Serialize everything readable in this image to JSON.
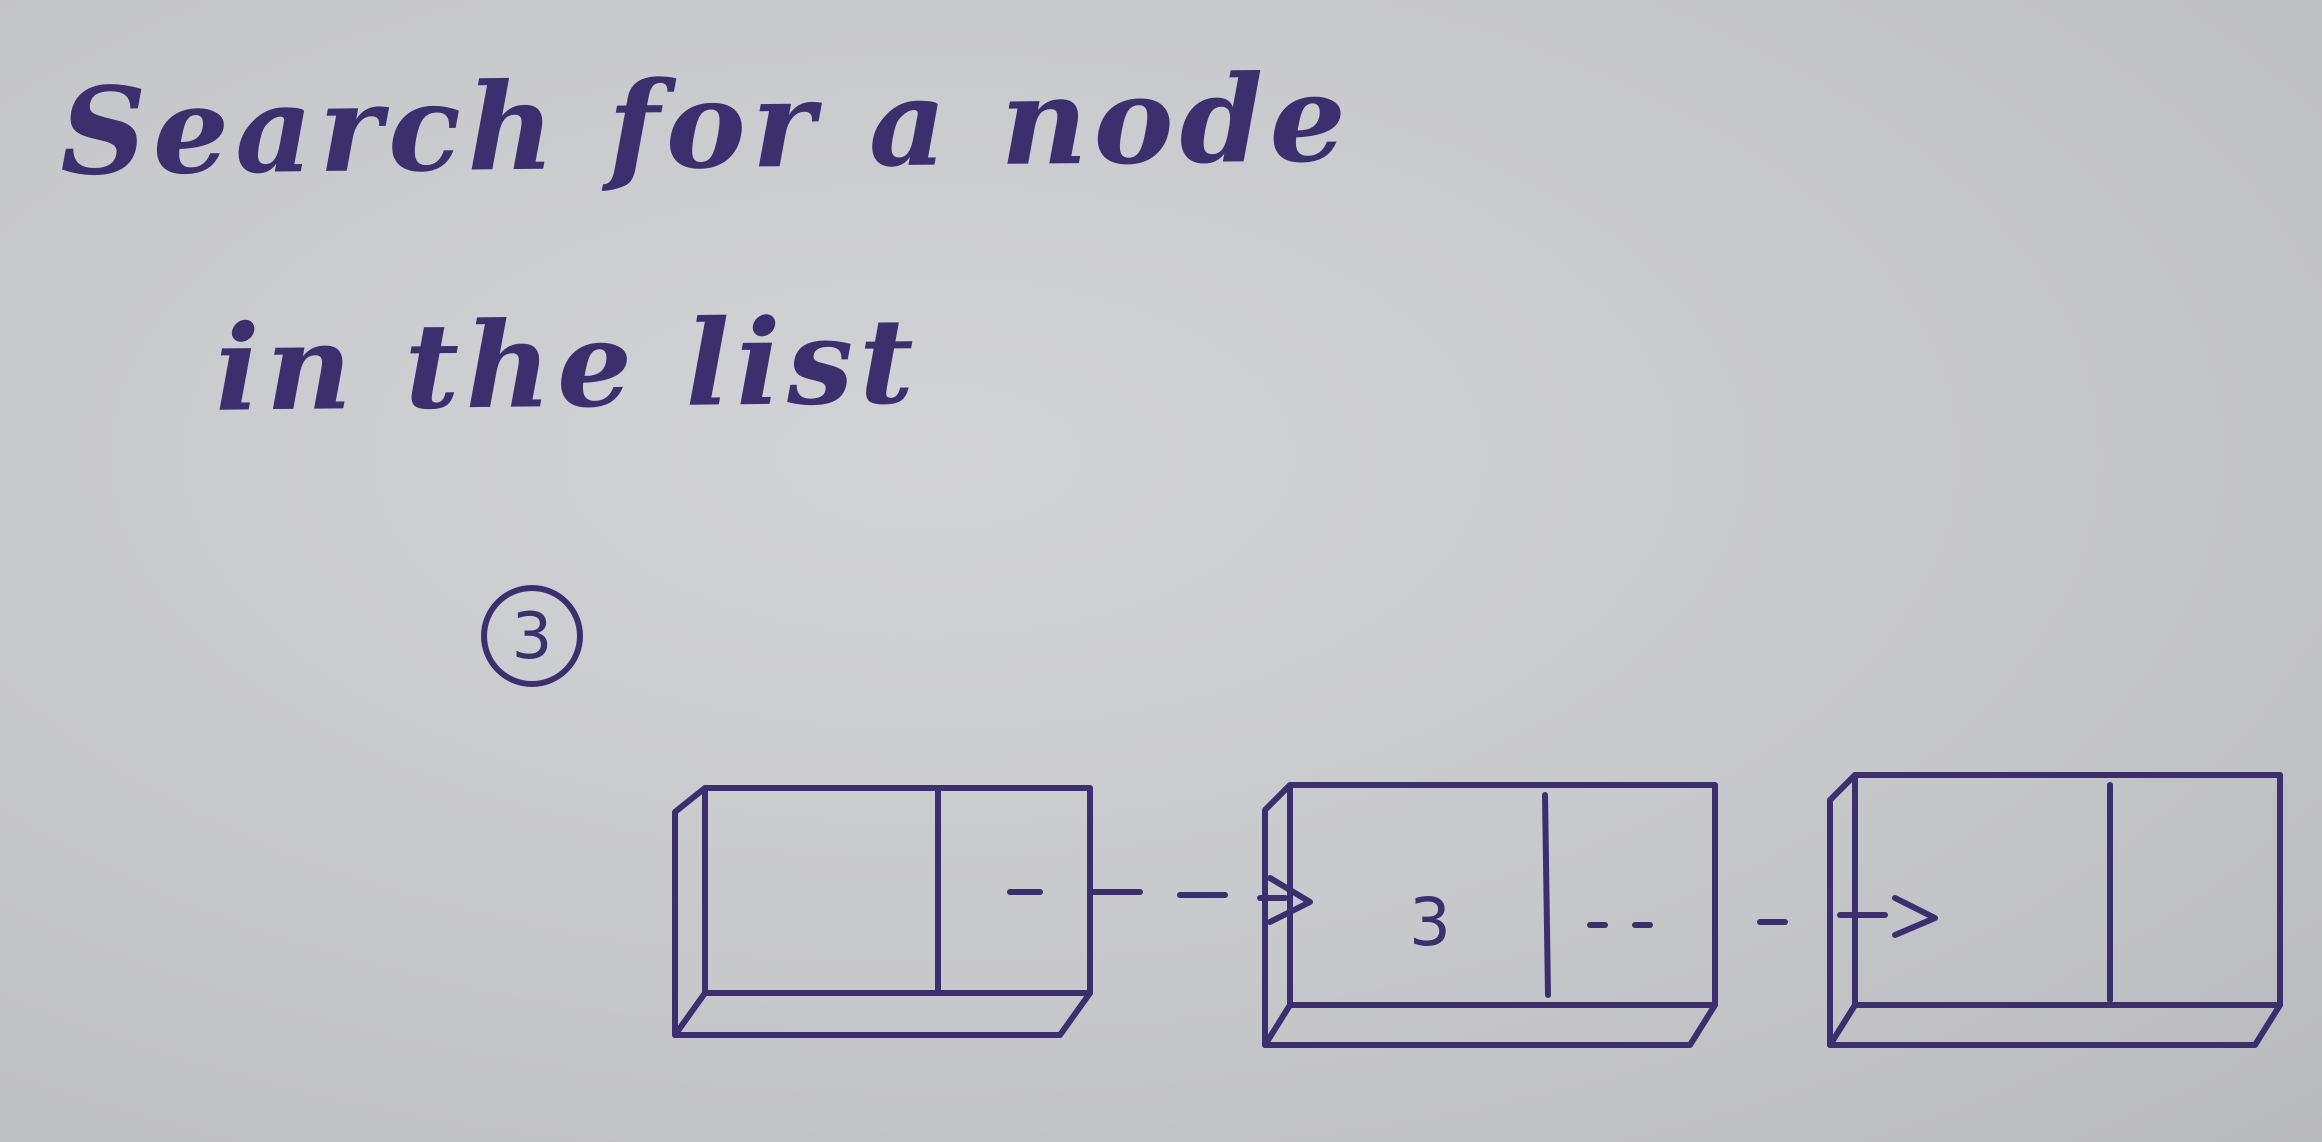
{
  "title": {
    "line1": "Search for a node",
    "line2": "in the list"
  },
  "step": {
    "number": "3"
  },
  "linked_list": {
    "nodes": [
      {
        "value": ""
      },
      {
        "value": "3"
      },
      {
        "value": ""
      }
    ]
  },
  "colors": {
    "ink": "#3b2f6e",
    "paper": "#c9cacd"
  }
}
